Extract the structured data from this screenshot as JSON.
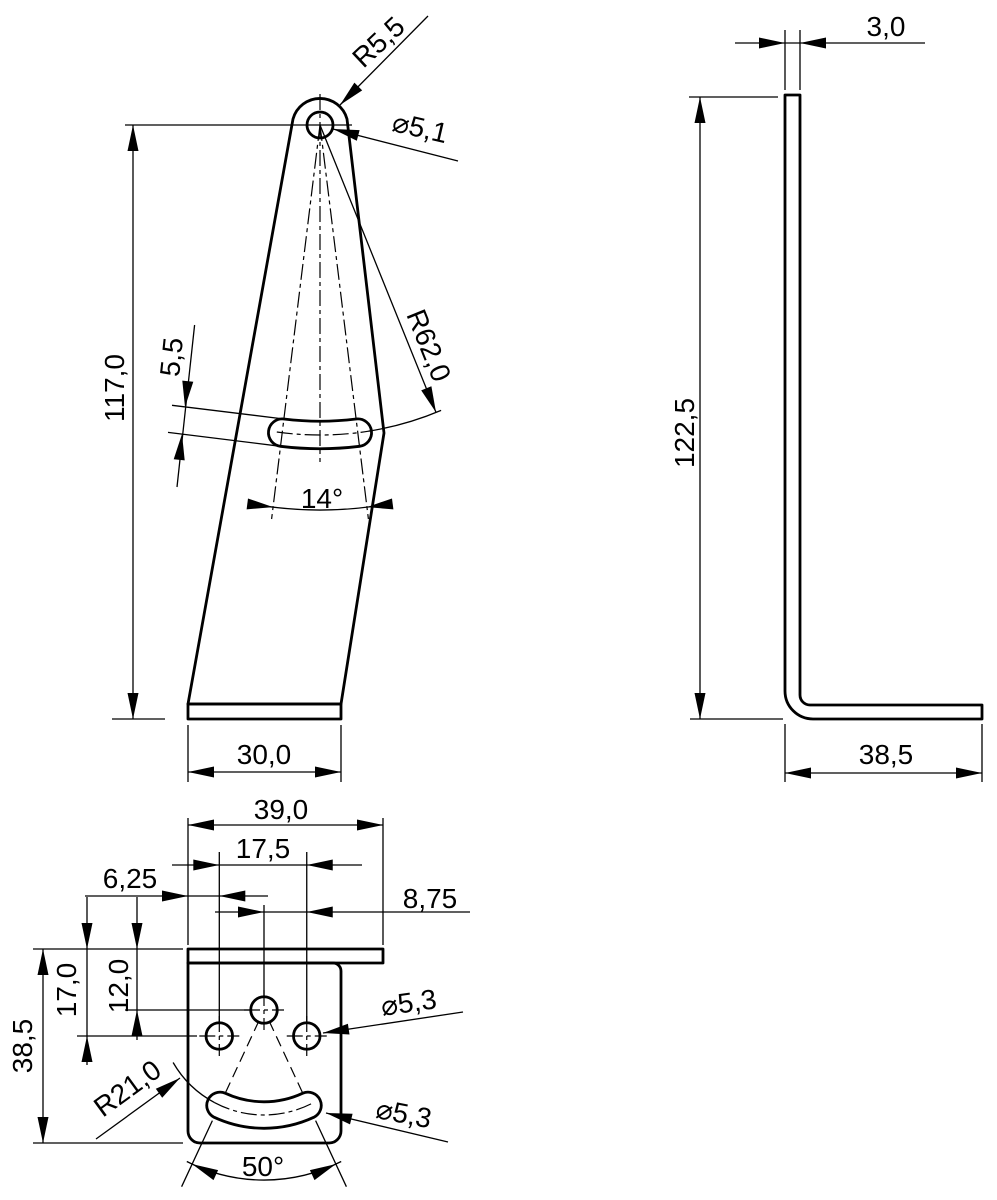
{
  "drawing": {
    "type": "engineering-drawing",
    "part": "bent-sheet-metal-bracket",
    "units_style": "decimal-comma-millimeters",
    "colors": {
      "line": "#000000",
      "background": "#ffffff"
    },
    "front_view": {
      "radius_top": "R5,5",
      "hole_diameter": "⌀5,1",
      "height": "117,0",
      "slot_width": "5,5",
      "slot_radius": "R62,0",
      "slot_angle": "14°",
      "base_width": "30,0"
    },
    "side_view": {
      "thickness": "3,0",
      "height": "122,5",
      "foot_depth": "38,5"
    },
    "bottom_view": {
      "overall_width": "39,0",
      "hole_spacing": "17,5",
      "left_hole_offset": "6,25",
      "right_hole_offset": "8,75",
      "depth": "38,5",
      "side_holes_offset": "17,0",
      "center_hole_offset": "12,0",
      "slot_radius": "R21,0",
      "hole_diameter": "⌀5,3",
      "slot_width_diameter": "⌀5,3",
      "slot_angle": "50°"
    }
  }
}
